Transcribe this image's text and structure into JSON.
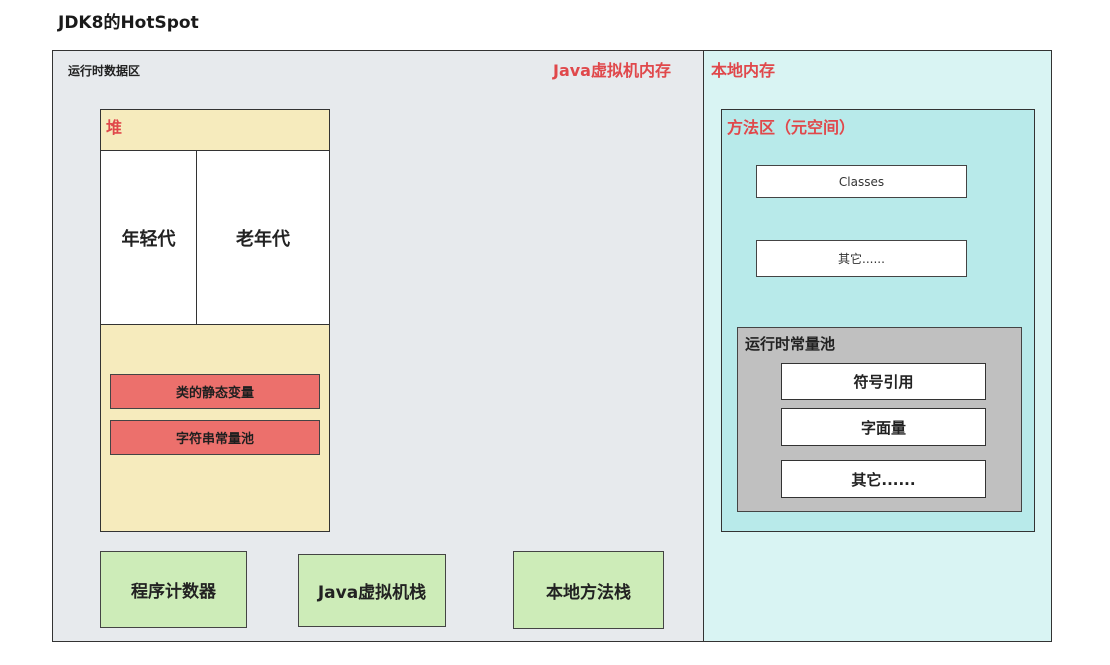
{
  "title": "JDK8的HotSpot",
  "jvm_memory": {
    "runtime_label": "运行时数据区",
    "label": "Java虚拟机内存",
    "heap": {
      "label": "堆",
      "young_gen": "年轻代",
      "old_gen": "老年代",
      "static_vars": "类的静态变量",
      "string_pool": "字符串常量池"
    },
    "program_counter": "程序计数器",
    "jvm_stack": "Java虚拟机栈",
    "native_method_stack": "本地方法栈"
  },
  "native_memory": {
    "label": "本地内存",
    "method_area": {
      "label": "方法区（元空间）",
      "classes": "Classes",
      "others": "其它......",
      "runtime_constant_pool": {
        "label": "运行时常量池",
        "items": [
          "符号引用",
          "字面量",
          "其它......"
        ]
      }
    }
  },
  "colors": {
    "jvm_background": "#e7eaed",
    "native_background": "#d9f4f3",
    "heap_fill": "#f6ebbd",
    "red_fill": "#ec706c",
    "green_fill": "#cdecb8",
    "method_area_fill": "#b8eaea",
    "pool_fill": "#c0c0c0",
    "label_red": "#e0484b"
  }
}
